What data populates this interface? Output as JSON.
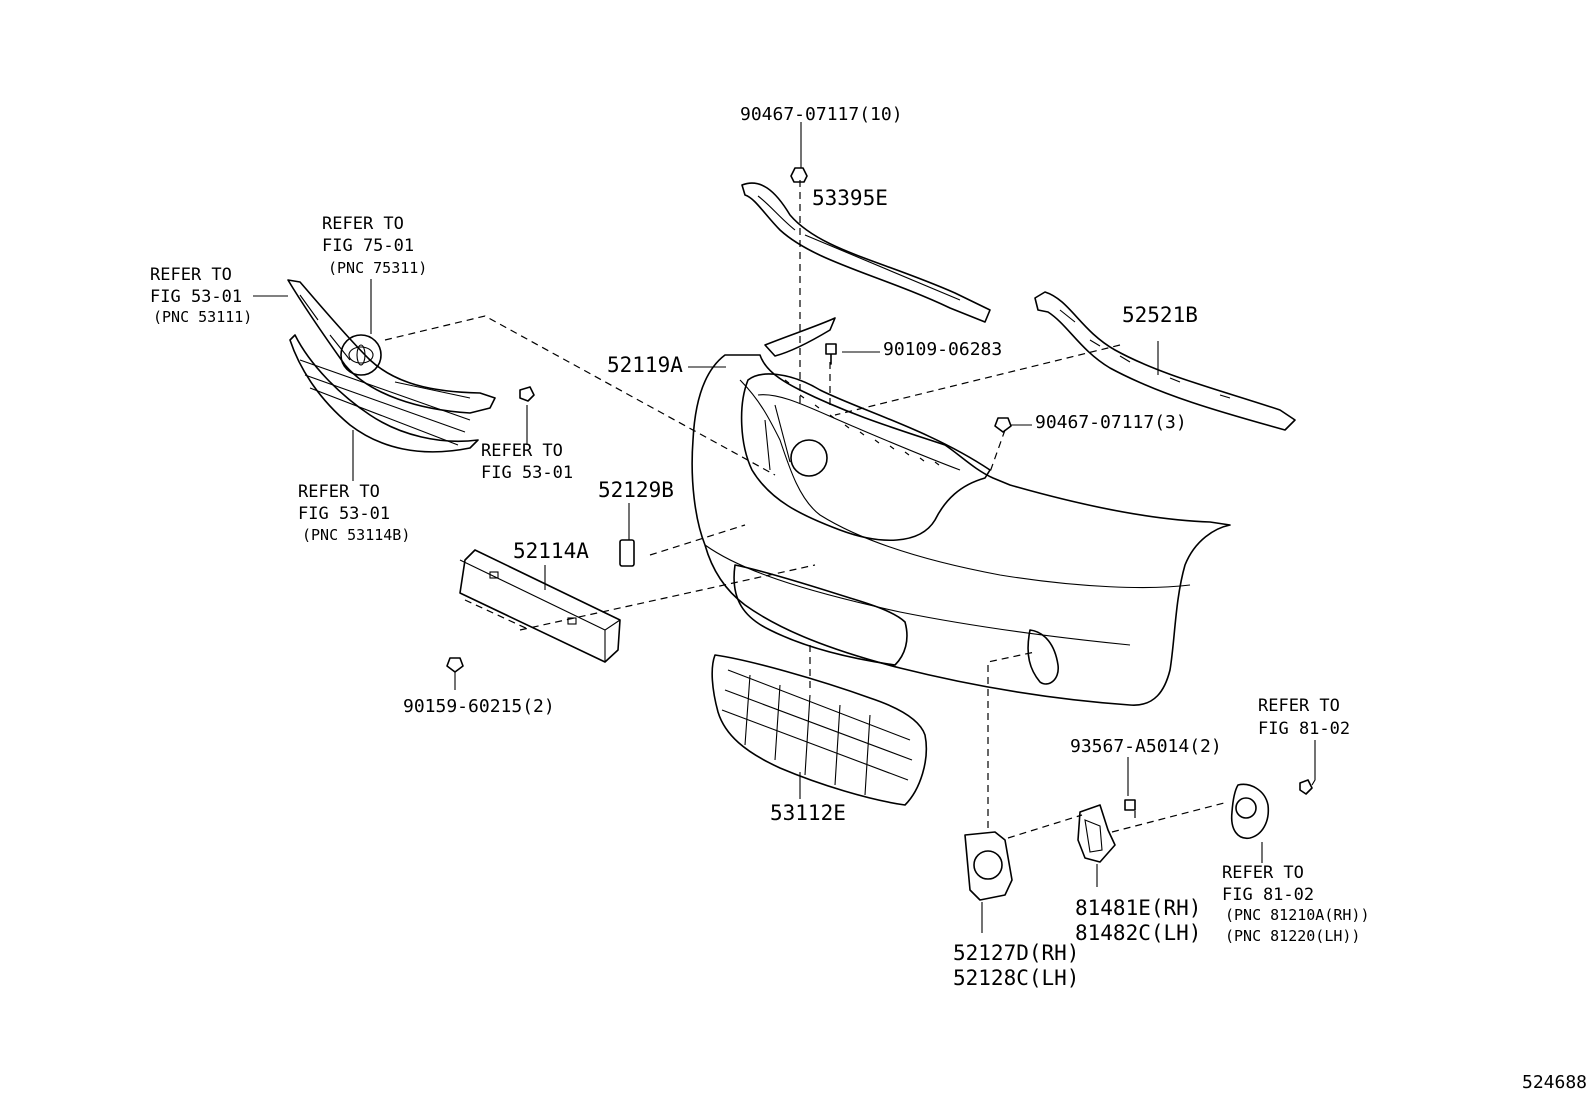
{
  "diagram_id": "524688",
  "labels": {
    "p90467_10": "90467-07117(10)",
    "p53395E": "53395E",
    "p52521B": "52521B",
    "p90109": "90109-06283",
    "p90467_3": "90467-07117(3)",
    "p52119A": "52119A",
    "p52129B": "52129B",
    "p52114A": "52114A",
    "p90159": "90159-60215(2)",
    "p53112E": "53112E",
    "p93567": "93567-A5014(2)",
    "p81481E": "81481E(RH)",
    "p81482C": "81482C(LH)",
    "p52127D": "52127D(RH)",
    "p52128C": "52128C(LH)"
  },
  "refs": {
    "emblem": {
      "line1": "REFER TO",
      "line2": "FIG 75-01",
      "line3": "(PNC 75311)"
    },
    "upper_grille": {
      "line1": "REFER TO",
      "line2": "FIG 53-01",
      "line3": "(PNC 53111)"
    },
    "lower_grille": {
      "line1": "REFER TO",
      "line2": "FIG 53-01",
      "line3": "(PNC 53114B)"
    },
    "grille_clip": {
      "line1": "REFER TO",
      "line2": "FIG 53-01"
    },
    "fog_bolt": {
      "line1": "REFER TO",
      "line2": "FIG 81-02"
    },
    "fog_lamp": {
      "line1": "REFER TO",
      "line2": "FIG 81-02",
      "line3": "(PNC 81210A(RH))",
      "line4": "(PNC 81220(LH))"
    }
  }
}
